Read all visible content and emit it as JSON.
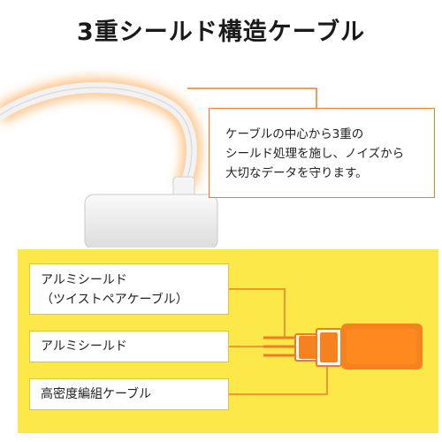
{
  "title": "3重シールド構造ケーブル",
  "callout": {
    "lines": [
      "ケーブルの中心から3重の",
      "シールド処理を施し、ノイズから",
      "大切なデータを守ります。"
    ]
  },
  "labels": {
    "inner_line1": "アルミシールド",
    "inner_line2": "（ツイストペアケーブル）",
    "middle": "アルミシールド",
    "outer": "高密度編組ケーブル"
  },
  "colors": {
    "accent": "#f07a26",
    "panel": "#fde84a",
    "cable_glow": "#ffb060"
  }
}
